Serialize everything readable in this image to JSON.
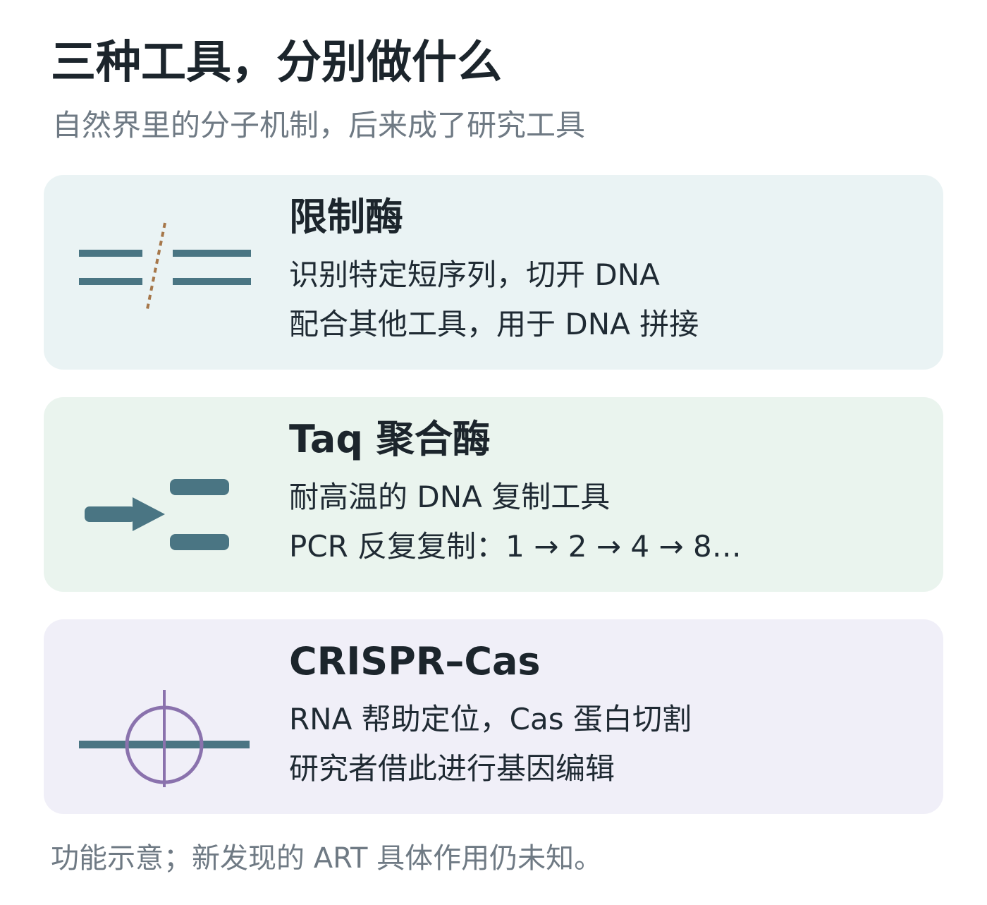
{
  "header": {
    "title": "三种工具，分别做什么",
    "subtitle": "自然界里的分子机制，后来成了研究工具"
  },
  "cards": [
    {
      "title": "限制酶",
      "lines": [
        "识别特定短序列，切开 DNA",
        "配合其他工具，用于 DNA 拼接"
      ],
      "icon": "dna-cut-icon",
      "background": "#eaf3f4"
    },
    {
      "title": "Taq 聚合酶",
      "lines": [
        "耐高温的 DNA 复制工具",
        "PCR 反复复制：1 → 2 → 4 → 8…"
      ],
      "icon": "dna-copy-arrow-icon",
      "background": "#eaf4ee"
    },
    {
      "title": "CRISPR–Cas",
      "lines": [
        "RNA 帮助定位，Cas 蛋白切割",
        "研究者借此进行基因编辑"
      ],
      "icon": "target-crosshair-icon",
      "background": "#f0eff8"
    }
  ],
  "colors": {
    "dna_strand": "#4a7583",
    "cut_mark": "#a6774a",
    "target_ring": "#8a72ad"
  },
  "footnote": "功能示意；新发现的 ART 具体作用仍未知。"
}
